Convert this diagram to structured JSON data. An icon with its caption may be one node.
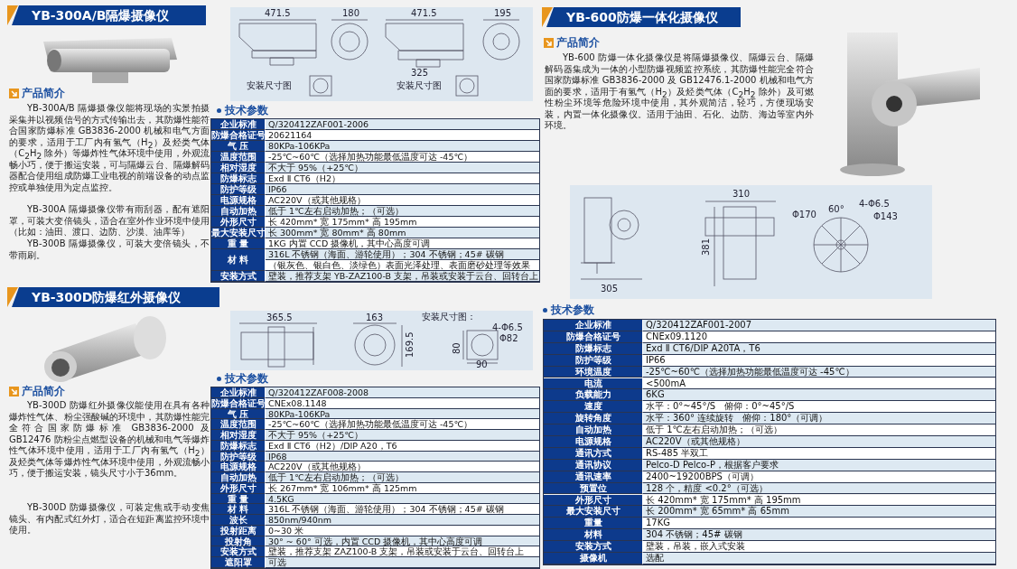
{
  "diagram": {
    "labels": [
      "YB-300A/B隔爆摄像仪",
      "产品简介",
      "YB-300A/B 隔爆摄像仪能将现场的实景拍摄采集并以视频信号的方式传输出去，其防爆性能符合国家防爆标准 GB3836-2000 机械和电气方面的要求，适用于工厂内有氢气（H$_{2}$）及烃类气体（C$_{2}$H$_{2}$ 除外）等爆炸性气体环境中使用，外观流畅小巧，便于搬运安装，可与隔爆云台、隔爆解码器配合使用组成防爆工业电视的前端设备的动点监控或单独使用为定点监控。",
      "YB-300A 隔爆摄像仪带有雨刮器，配有遮阳罩，可装大变倍镜头，适合在室外作业环境中使用（比如：油田、渡口、边防、沙漠、油库等）",
      "YB-300B 隔爆摄像仪，可装大变倍镜头，不带雨刷。",
      "471.5",
      "180",
      "安装尺寸图",
      "471.5",
      "195",
      "325",
      "安装尺寸图",
      "技术参数",
      "企业标准",
      "Q/320412ZAF001-2006",
      "防爆合格证号",
      "20621164",
      "气 压",
      "80KPa-106KPa",
      "温度范围",
      "-25℃~60℃（选择加热功能最低温度可达 -45℃）",
      "相对湿度",
      "不大于 95%（+25℃）",
      "防爆标志",
      "Exd Ⅱ CT6（H2）",
      "防护等级",
      "IP66",
      "电源规格",
      "AC220V（或其他规格）",
      "自动加热",
      "低于 1℃左右启动加热；（可选）",
      "外形尺寸",
      "长 420mm* 宽 175mm* 高 195mm",
      "最大安装尺寸",
      "长 300mm* 宽 80mm* 高 80mm",
      "重 量",
      "1KG 内置 CCD 摄像机，其中心高度可调",
      "材 料",
      "316L 不锈钢（海面、游轮使用）；304 不锈钢；45# 碳钢",
      "（银灰色、银白色、淡绿色）表面光泽处理、表面磨砂处理等效果",
      "安装方式",
      "壁装，推荐支架 YB-ZAZ100-B 支架，吊装或安装于云台、回转台上",
      "YB-300D防爆红外摄像仪",
      "365.5",
      "163",
      "169.5",
      "安装尺寸图：",
      "4-Φ6.5",
      "Φ82",
      "80",
      "90",
      "产品简介",
      "YB-300D 防爆红外摄像仪能使用在具有各种爆炸性气体、粉尘强酸碱的环境中，其防爆性能完全符合国家防爆标准 GB3836-2000 及 GB12476 防粉尘点燃型设备的机械和电气等爆炸性气体环境中使用，适用于工厂内有氢气（H$_{2}$）及烃类气体等爆炸性气体环境中使用，外观流畅小巧，便于搬运安装，镜头尺寸小于36mm。",
      "YB-300D 防爆摄像仪，可装定焦或手动变焦镜头、有内配式红外灯，适合在短距离监控环境中使用。",
      "技术参数",
      "企业标准",
      "Q/320412ZAF008-2008",
      "防爆合格证号",
      "CNEx08.1148",
      "气 压",
      "80KPa-106KPa",
      "温度范围",
      "-25℃~60℃（选择加热功能最低温度可达 -45℃）",
      "相对湿度",
      "不大于 95%（+25℃）",
      "防爆标志",
      "Exd Ⅱ CT6（H2）/DIP A20，T6",
      "防护等级",
      "IP68",
      "电源规格",
      "AC220V（或其他规格）",
      "自动加热",
      "低于 1℃左右启动加热；（可选）",
      "外形尺寸",
      "长 267mm* 宽 106mm* 高 125mm",
      "重 量",
      "4.5KG",
      "材 料",
      "316L 不锈钢（海面、游轮使用）；304 不锈钢；45# 碳钢",
      "波长",
      "850nm/940nm",
      "投射距离",
      "0~30 米",
      "投射角",
      "30° ~ 60° 可选，内置 CCD 摄像机，其中心高度可调",
      "安装方式",
      "壁装，推荐支架 ZAZ100-B 支架，吊装或安装于云台、回转台上",
      "遮阳罩",
      "可选",
      "YB-600防爆一体化摄像仪",
      "产品简介",
      "YB-600 防爆一体化摄像仪是将隔爆摄像仪、隔爆云台、隔爆解码器集成为一体的小型防爆视频监控系统，其防爆性能完全符合国家防爆标准 GB3836-2000 及 GB12476.1-2000 机械和电气方面的要求，适用于有氢气（H$_{2}$）及烃类气体（C$_{2}$H$_{2}$ 除外）及可燃性粉尘环境等危险环境中使用，其外观简洁，轻巧，方便现场安装，内置一体化摄像仪。适用于油田、石化、边防、海边等室内外环境。",
      "310",
      "381",
      "305",
      "Φ170",
      "60°",
      "4-Φ6.5",
      "Φ143",
      "技术参数",
      "企业标准",
      "Q/320412ZAF001-2007",
      "防爆合格证号",
      "CNEx09.1120",
      "防爆标志",
      "Exd Ⅱ CT6/DIP A20TA，T6",
      "防护等级",
      "IP66",
      "环境温度",
      "-25℃~60℃（选择加热功能最低温度可达 -45℃）",
      "电流",
      "<500mA",
      "负载能力",
      "6KG",
      "速度",
      "水平：0°~45°/S　俯仰：0°~45°/S",
      "旋转角度",
      "水平：360° 连续旋转　俯仰：180°（可调）",
      "自动加热",
      "低于 1℃左右启动加热；（可选）",
      "电源规格",
      "AC220V（或其他规格）",
      "通讯方式",
      "RS-485 半双工",
      "通讯协议",
      "Pelco-D Pelco-P，根据客户要求",
      "通讯速率",
      "2400~19200BPS（可调）",
      "预置位",
      "128 个，精度 <0.2°（可选）",
      "外形尺寸",
      "长 420mm* 宽 175mm* 高 195mm",
      "最大安装尺寸",
      "长 200mm* 宽 65mm* 高 65mm",
      "重量",
      "17KG",
      "材料",
      "304 不锈钢；45# 碳钢",
      "安装方式",
      "壁装，吊装，嵌入式安装",
      "摄像机",
      "选配"
    ]
  }
}
